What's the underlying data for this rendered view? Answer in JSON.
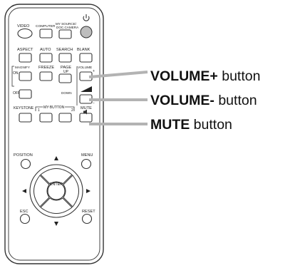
{
  "remote": {
    "row1": {
      "video": "VIDEO",
      "computer": "COMPUTER",
      "my_source_1": "MY SOURCE/",
      "my_source_2": "DOC.CAMERA",
      "power_icon": "power-icon"
    },
    "row2": {
      "aspect": "ASPECT",
      "auto": "AUTO",
      "search": "SEARCH",
      "blank": "BLANK"
    },
    "row3": {
      "magnify": "MAGNIFY",
      "on": "ON",
      "off": "OFF",
      "freeze": "FREEZE",
      "page": "PAGE",
      "up": "UP",
      "down": "DOWN",
      "volume": "VOLUME",
      "plus": "+",
      "minus": "−"
    },
    "row4": {
      "keystone": "KEYSTONE",
      "my_button": "MY BUTTON",
      "one": "1",
      "two": "2",
      "mute": "MUTE",
      "mute_icon": "speaker-icon"
    },
    "nav": {
      "position": "POSITION",
      "menu": "MENU",
      "enter": "ENTER",
      "esc": "ESC",
      "reset": "RESET"
    }
  },
  "callouts": [
    {
      "bold": "VOLUME+",
      "rest": " button"
    },
    {
      "bold": "VOLUME-",
      "rest": " button"
    },
    {
      "bold": "MUTE",
      "rest": " button"
    }
  ],
  "colors": {
    "outline": "#333333",
    "leader": "#b3b3b3",
    "power_fill": "#bdbdbd"
  }
}
